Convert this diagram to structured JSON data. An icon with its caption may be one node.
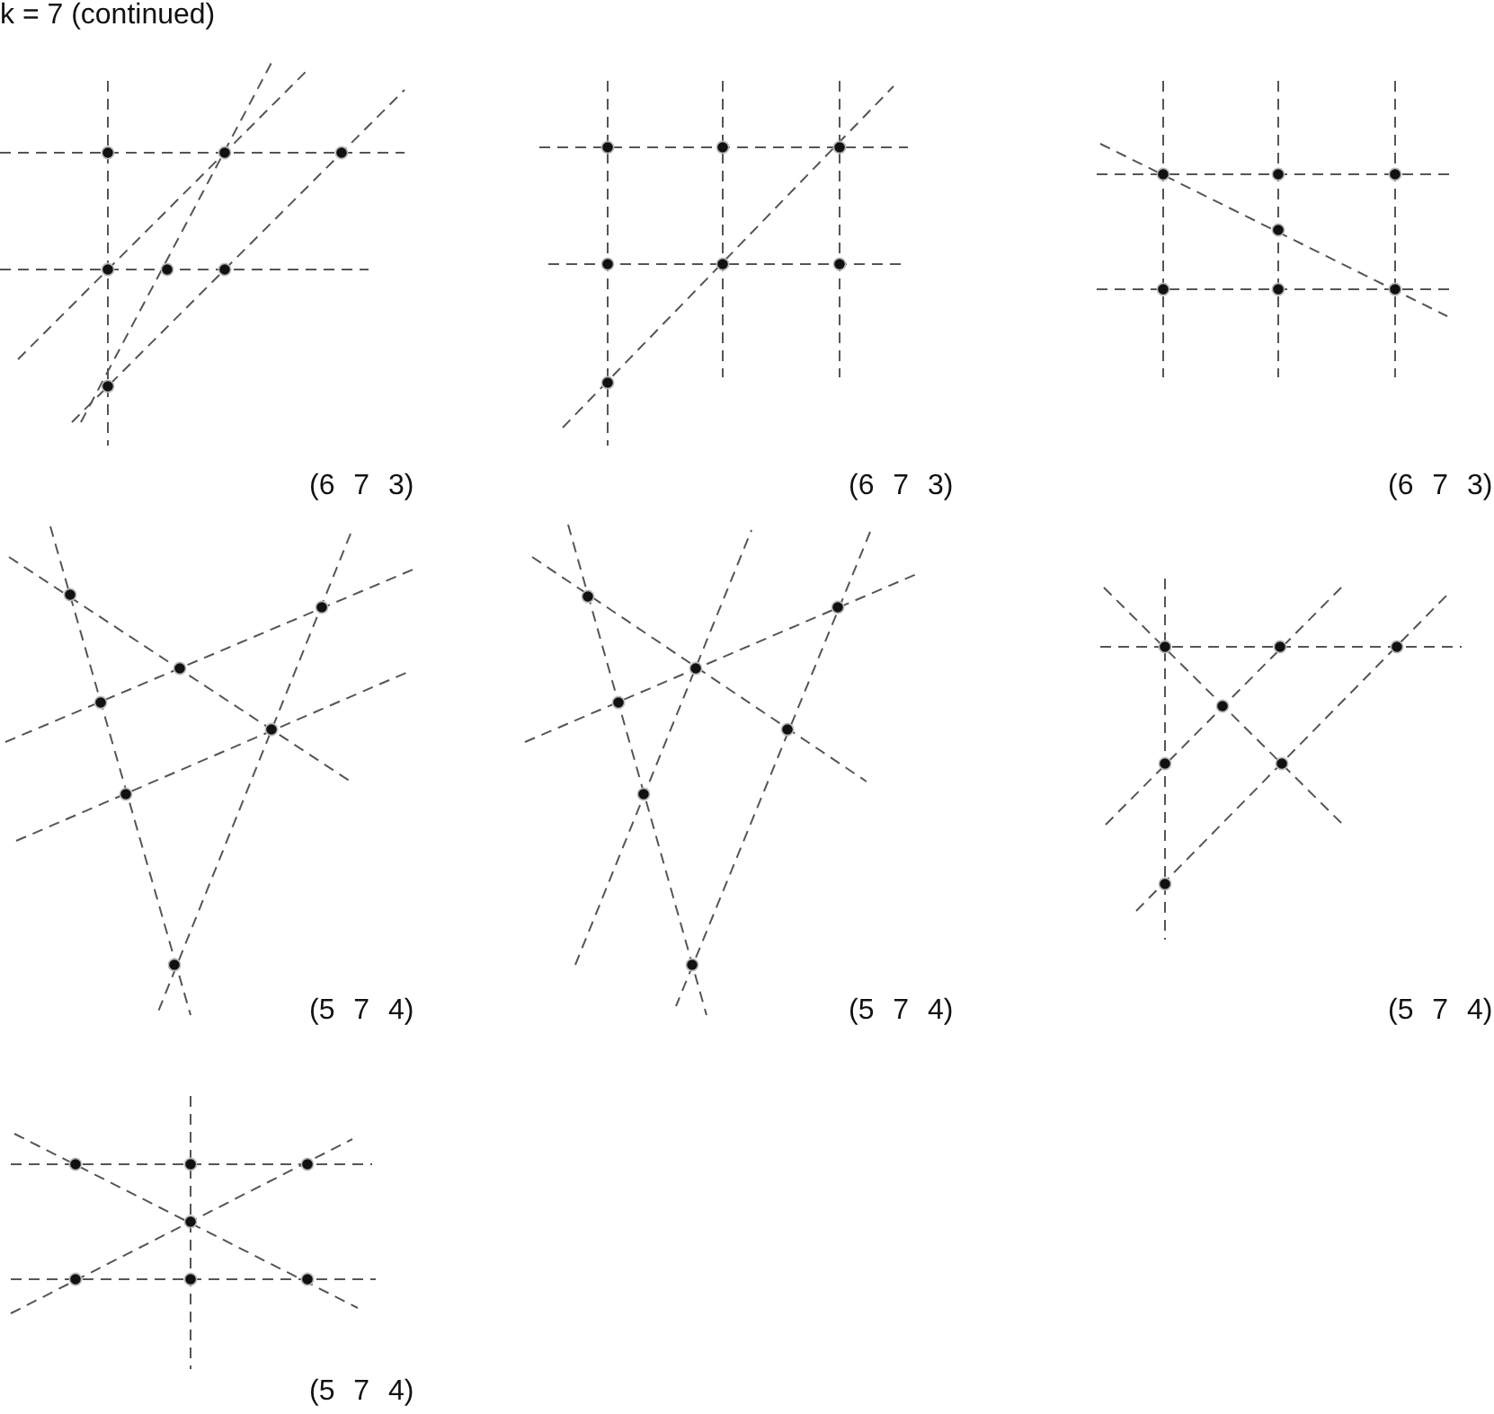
{
  "diagram": {
    "title": "k = 7 (continued)",
    "labels": [
      "(6 7 3)",
      "(6 7 3)",
      "(6 7 3)",
      "(5 7 4)",
      "(5 7 4)",
      "(5 7 4)",
      "(5 7 4)"
    ]
  }
}
